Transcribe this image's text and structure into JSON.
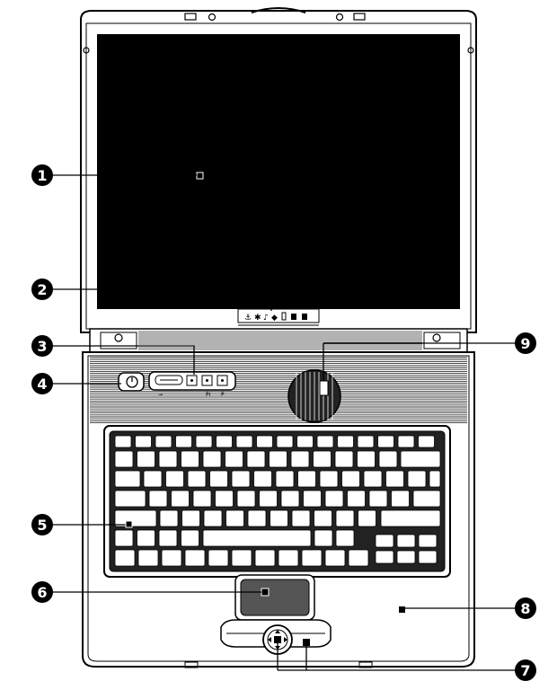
{
  "diagram": {
    "callouts": [
      {
        "id": 1,
        "label": "1"
      },
      {
        "id": 2,
        "label": "2"
      },
      {
        "id": 3,
        "label": "3"
      },
      {
        "id": 4,
        "label": "4"
      },
      {
        "id": 5,
        "label": "5"
      },
      {
        "id": 6,
        "label": "6"
      },
      {
        "id": 7,
        "label": "7"
      },
      {
        "id": 8,
        "label": "8"
      },
      {
        "id": 9,
        "label": "9"
      }
    ]
  },
  "colors": {
    "line": "#000000",
    "screen": "#000000",
    "body": "#ffffff",
    "grille": "#333333",
    "touchpad": "#555555"
  }
}
